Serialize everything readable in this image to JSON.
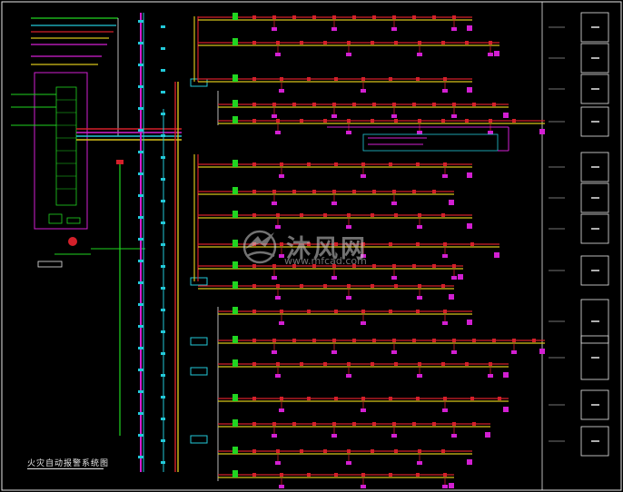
{
  "diagram": {
    "title": "火灾自动报警系统图",
    "watermark": {
      "brand": "沐风网",
      "url": "www.mfcad.com"
    },
    "colors": {
      "background": "#000000",
      "bus_red": "#d4202a",
      "bus_yellow": "#d7c21a",
      "bus_magenta": "#d21fd2",
      "bus_cyan": "#22c8d8",
      "device_green": "#21d521",
      "frame_white": "#e8e8e8"
    },
    "icons": [
      "smoke-detector-icon",
      "manual-alarm-button-icon",
      "alarm-bell-icon",
      "module-icon",
      "fire-control-panel-icon"
    ],
    "branch_count": 18,
    "floor_zone_count": 12
  }
}
